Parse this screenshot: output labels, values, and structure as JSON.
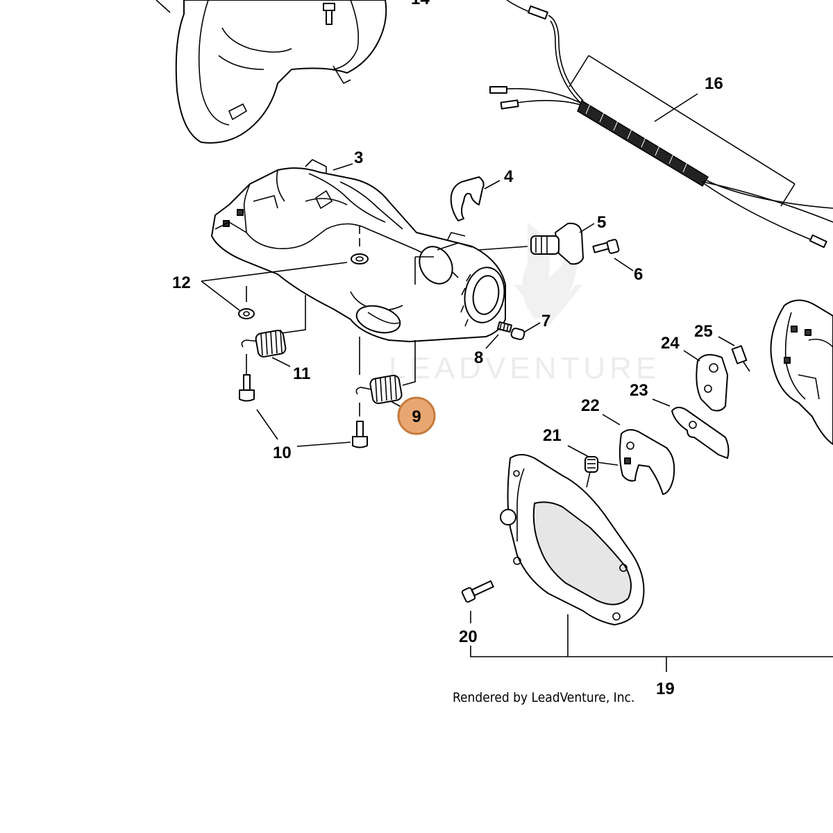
{
  "labels": {
    "l3": "3",
    "l4": "4",
    "l5": "5",
    "l6": "6",
    "l7": "7",
    "l8": "8",
    "l9": "9",
    "l10": "10",
    "l11": "11",
    "l12": "12",
    "l14": "14",
    "l16": "16",
    "l19": "19",
    "l20": "20",
    "l21": "21",
    "l22": "22",
    "l23": "23",
    "l24": "24",
    "l25": "25"
  },
  "watermark": "LEADVENTURE",
  "credit": "Rendered by LeadVenture, Inc.",
  "highlight_color": "#e8a772"
}
